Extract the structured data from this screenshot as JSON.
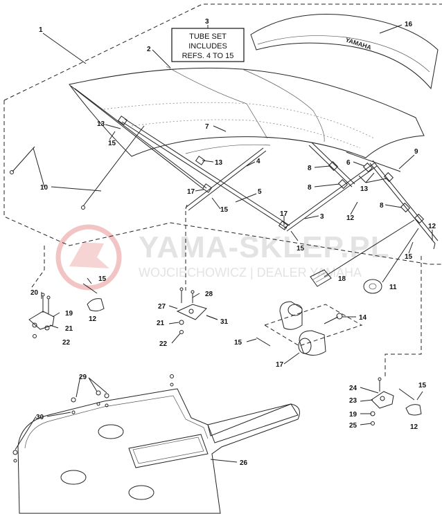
{
  "title_box": {
    "ref": "3",
    "line1": "TUBE SET",
    "line2": "INCLUDES",
    "line3": "REFS. 4 TO 15"
  },
  "boat_cover_text": "YAMAHA",
  "watermark": {
    "main": "YAMA-SKLEP.PL",
    "sub": "WOJCIECHOWICZ | DEALER YAMAHA"
  },
  "callouts": {
    "c1": "1",
    "c2": "2",
    "c3": "3",
    "c4": "4",
    "c5": "5",
    "c6": "6",
    "c7": "7",
    "c8a": "8",
    "c8b": "8",
    "c9": "9",
    "c10": "10",
    "c11": "11",
    "c12a": "12",
    "c12b": "12",
    "c12c": "12",
    "c12d": "12",
    "c13a": "13",
    "c13b": "13",
    "c13c": "13",
    "c14": "14",
    "c15a": "15",
    "c15b": "15",
    "c15c": "15",
    "c15d": "15",
    "c15e": "15",
    "c15f": "15",
    "c16": "16",
    "c17a": "17",
    "c17b": "17",
    "c17c": "17",
    "c18": "18",
    "c19a": "19",
    "c19b": "19",
    "c20": "20",
    "c21a": "21",
    "c21b": "21",
    "c22a": "22",
    "c22b": "22",
    "c23": "23",
    "c24": "24",
    "c25": "25",
    "c26": "26",
    "c27": "27",
    "c28": "28",
    "c29": "29",
    "c30": "30",
    "c31": "31"
  }
}
